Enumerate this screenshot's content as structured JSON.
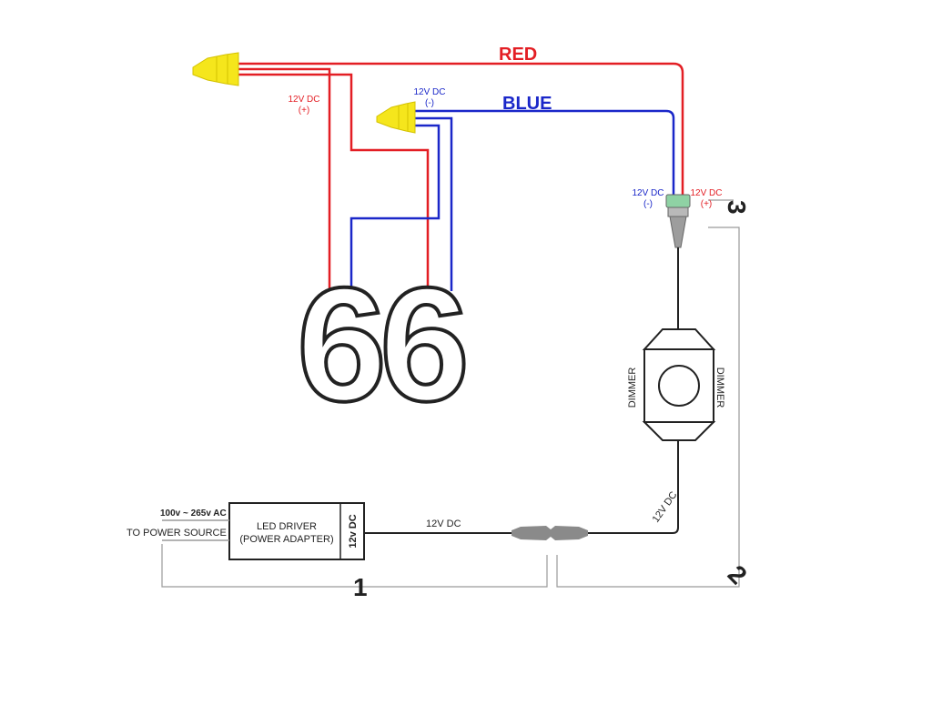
{
  "colors": {
    "red": "#e31e24",
    "blue": "#1a27c9",
    "black": "#222222",
    "gray": "#9a9a9a",
    "connector_yellow": "#f5e61c"
  },
  "labels": {
    "red_wire": "RED",
    "blue_wire": "BLUE",
    "pos_12v_left": "12V DC",
    "pos_sign_left": "(+)",
    "neg_12v_top": "12V DC",
    "neg_sign_top": "(-)",
    "conn_neg_12v": "12V DC",
    "conn_neg_sign": "(-)",
    "conn_pos_12v": "12V DC",
    "conn_pos_sign": "(+)",
    "address_number": "66",
    "dimmer_left": "DIMMER",
    "dimmer_right": "DIMMER",
    "dimmer_out": "12V DC",
    "input_voltage": "100v ~ 265v AC",
    "power_source": "TO POWER SOURCE",
    "driver_line1": "LED DRIVER",
    "driver_line2": "(POWER ADAPTER)",
    "driver_output": "12v DC",
    "driver_wire": "12V DC",
    "step1": "1",
    "step2": "2",
    "step3": "3"
  }
}
